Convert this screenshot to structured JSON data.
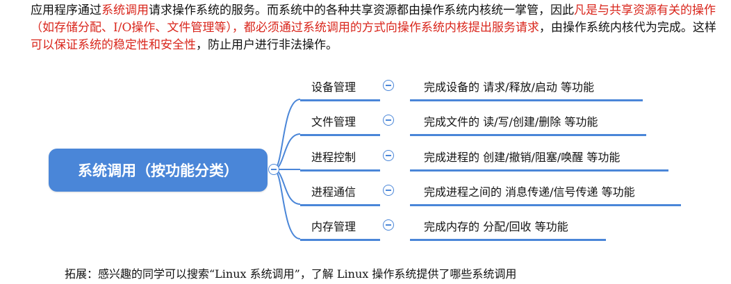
{
  "intro": {
    "p1": "应用程序通过",
    "r1": "系统调用",
    "p2": "请求操作系统的服务。而系统中的各种共享资源都由操作系统内核统一掌管，因此",
    "r2": "凡是与共享资源有关的操作（如存储分配、I/O操作、文件管理等），都必须通过系统调用的方式向操作系统内核提出服务请求",
    "p3": "，由操作系统内核代为完成。这样",
    "r3": "可以保证系统的稳定性和安全性",
    "p4": "，防止用户进行非法操作。"
  },
  "mindmap": {
    "root": "系统调用（按功能分类）",
    "branches": [
      {
        "category": "设备管理",
        "description": "完成设备的 请求/释放/启动 等功能"
      },
      {
        "category": "文件管理",
        "description": "完成文件的 读/写/创建/删除 等功能"
      },
      {
        "category": "进程控制",
        "description": "完成进程的 创建/撤销/阻塞/唤醒 等功能"
      },
      {
        "category": "进程通信",
        "description": "完成进程之间的 消息传递/信号传递 等功能"
      },
      {
        "category": "内存管理",
        "description": "完成内存的 分配/回收 等功能"
      }
    ]
  },
  "footer": "拓展：感兴趣的同学可以搜索“Linux 系统调用”，了解 Linux 操作系统提供了哪些系统调用",
  "colors": {
    "accent": "#4a86d8",
    "highlight": "#d9261c"
  }
}
